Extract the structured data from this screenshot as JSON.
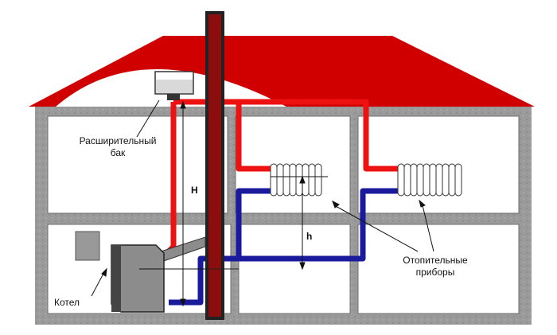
{
  "labels": {
    "expansion_tank_line1": "Расширительный",
    "expansion_tank_line2": "бак",
    "boiler": "Котел",
    "radiators_line1": "Отопительные",
    "radiators_line2": "приборы",
    "height_H": "H",
    "height_h": "h"
  },
  "colors": {
    "hot_pipe": "#ee1111",
    "cold_pipe": "#1a1a9c",
    "roof": "#d00000",
    "wall": "#9a9a9a",
    "chimney": "#8a0e0e"
  },
  "icons": [
    "house-icon",
    "boiler-icon",
    "radiator-icon",
    "expansion-tank-icon",
    "chimney-icon"
  ]
}
